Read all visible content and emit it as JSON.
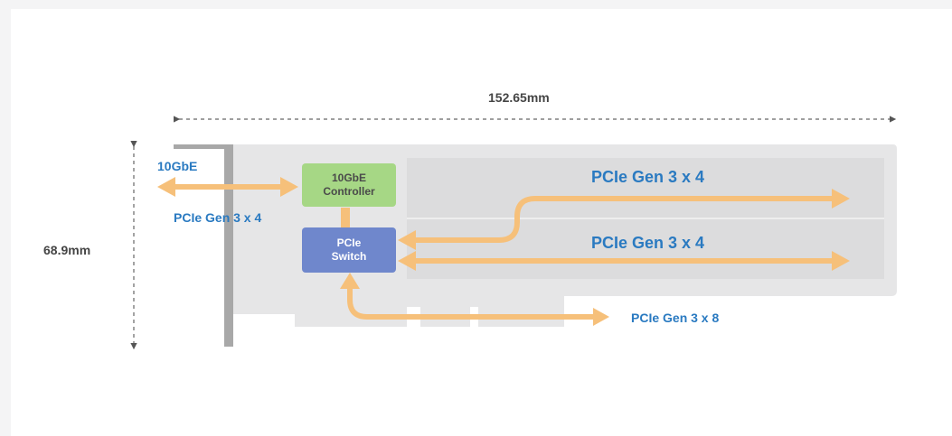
{
  "dimensions": {
    "width_label": "152.65mm",
    "height_label": "68.9mm"
  },
  "ports": {
    "ethernet_label": "10GbE",
    "controller_link_label": "PCIe Gen 3 x 4",
    "upper_slot_label": "PCIe Gen 3 x 4",
    "lower_slot_label": "PCIe Gen 3 x 4",
    "host_link_label": "PCIe Gen 3 x 8"
  },
  "chips": {
    "controller_line1": "10GbE",
    "controller_line2": "Controller",
    "switch_line1": "PCIe",
    "switch_line2": "Switch"
  },
  "colors": {
    "board": "#e6e6e7",
    "slot": "#dcdcdd",
    "bracket": "#a8a8a8",
    "arrow": "#f6c07a",
    "controller": "#a6d785",
    "switch": "#6f87cc",
    "label_blue": "#2a7ac1",
    "label_dark": "#454545"
  }
}
